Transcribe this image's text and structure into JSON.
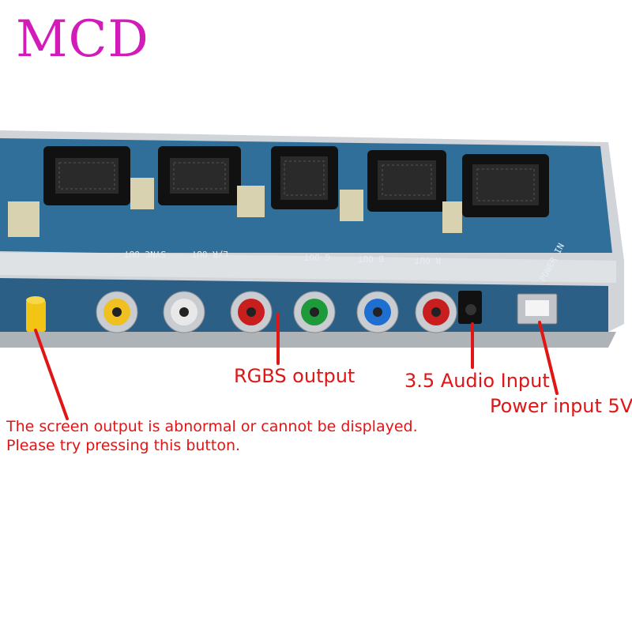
{
  "brand": {
    "text": "MCD",
    "color": "#d21bb8"
  },
  "photo": {
    "silkscreen": {
      "sync_out": "SYNC OUT",
      "lr_out": "L/R OUT",
      "g_out": "G OUT",
      "b_out": "B OUT",
      "r_out": "R OUT",
      "power_in": "POWER IN"
    },
    "connectors": {
      "rca_colors": [
        "#f0c020",
        "#e8e8e8",
        "#c81e1e",
        "#1e9a3a",
        "#1e6fd0",
        "#c81e1e"
      ]
    }
  },
  "annotations": {
    "color": "#e01515",
    "rgbs_output": "RGBS output",
    "audio_input": "3.5 Audio Input",
    "power_input": "Power input 5V",
    "reset_note_line1": "The screen output is abnormal or cannot be displayed.",
    "reset_note_line2": "Please try pressing this button."
  }
}
